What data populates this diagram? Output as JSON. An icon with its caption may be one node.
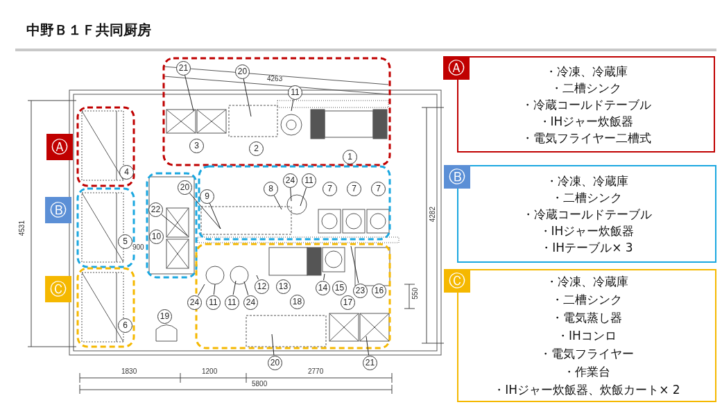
{
  "diagram": {
    "title": "中野Ｂ１Ｆ共同厨房",
    "nodes": [
      {
        "text": [
          "21"
        ]
      },
      {
        "text": [
          "20"
        ]
      },
      {
        "text": [
          "11"
        ]
      },
      {
        "text": [
          "20"
        ]
      },
      {
        "text": [
          "9"
        ]
      },
      {
        "text": [
          "22"
        ]
      },
      {
        "text": [
          "8"
        ]
      },
      {
        "text": [
          "24"
        ]
      },
      {
        "text": [
          "11"
        ]
      },
      {
        "text": [
          "12"
        ]
      },
      {
        "text": [
          "14"
        ]
      },
      {
        "text": [
          "23"
        ]
      },
      {
        "text": [
          "24"
        ]
      },
      {
        "text": [
          "11"
        ]
      },
      {
        "text": [
          "11"
        ]
      },
      {
        "text": [
          "24"
        ]
      },
      {
        "text": [
          "20"
        ]
      },
      {
        "text": [
          "21"
        ]
      },
      {
        "text": [
          "Ⓐ"
        ]
      },
      {
        "text": [
          "Ⓑ"
        ]
      },
      {
        "text": [
          "Ⓒ"
        ]
      },
      {
        "text": [
          "Ⓐ"
        ]
      },
      {
        "text": [
          "・冷凍、冷蔵庫",
          "・二槽シンク",
          "・冷蔵コールドテーブル",
          "・IHジャー炊飯器",
          "・電気フライヤー二槽式"
        ]
      },
      {
        "text": [
          "Ⓑ"
        ]
      },
      {
        "text": [
          "・冷凍、冷蔵庫",
          "・二槽シンク",
          "・冷蔵コールドテーブル",
          "・IHジャー炊飯器",
          "・IHテーブル× 3"
        ]
      },
      {
        "text": [
          "Ⓒ"
        ]
      },
      {
        "text": [
          "・冷凍、冷蔵庫",
          "・二槽シンク",
          "・電気蒸し器",
          "・IHコンロ",
          "・電気フライヤー",
          "・作業台",
          "・IHジャー炊飯器、炊飯カート× 2"
        ]
      },
      {
        "text": [
          "1"
        ]
      },
      {
        "text": [
          "2"
        ]
      },
      {
        "text": [
          "3"
        ]
      },
      {
        "text": [
          "4"
        ]
      },
      {
        "text": [
          "7"
        ]
      },
      {
        "text": [
          "7"
        ]
      },
      {
        "text": [
          "7"
        ]
      },
      {
        "text": [
          "5"
        ]
      },
      {
        "text": [
          "10"
        ]
      },
      {
        "text": [
          "13"
        ]
      },
      {
        "text": [
          "15"
        ]
      },
      {
        "text": [
          "16"
        ]
      },
      {
        "text": [
          "18"
        ]
      },
      {
        "text": [
          "17"
        ]
      },
      {
        "text": [
          "6"
        ]
      },
      {
        "text": [
          "19"
        ]
      }
    ],
    "edges": [
      {
        "from": 0,
        "to": null,
        "arrow": "none"
      },
      {
        "from": 1,
        "to": null,
        "arrow": "none"
      },
      {
        "from": 2,
        "to": null,
        "arrow": "none"
      },
      {
        "from": 3,
        "to": null,
        "arrow": "none"
      },
      {
        "from": 4,
        "to": null,
        "arrow": "none"
      },
      {
        "from": 5,
        "to": null,
        "arrow": "none"
      },
      {
        "from": 6,
        "to": null,
        "arrow": "none"
      },
      {
        "from": 7,
        "to": null,
        "arrow": "none"
      },
      {
        "from": 8,
        "to": null,
        "arrow": "none"
      },
      {
        "from": 9,
        "to": null,
        "arrow": "none"
      },
      {
        "from": 10,
        "to": null,
        "arrow": "none"
      },
      {
        "from": 11,
        "to": null,
        "arrow": "none"
      },
      {
        "from": 12,
        "to": null,
        "arrow": "none"
      },
      {
        "from": 13,
        "to": null,
        "arrow": "none"
      },
      {
        "from": 14,
        "to": null,
        "arrow": "none"
      },
      {
        "from": 15,
        "to": null,
        "arrow": "none"
      },
      {
        "from": 16,
        "to": null,
        "arrow": "none"
      },
      {
        "from": 17,
        "to": null,
        "arrow": "none"
      }
    ],
    "labels": [
      "4263",
      "4531",
      "4282",
      "900",
      "550",
      "1830",
      "1200",
      "2770",
      "5800"
    ]
  }
}
